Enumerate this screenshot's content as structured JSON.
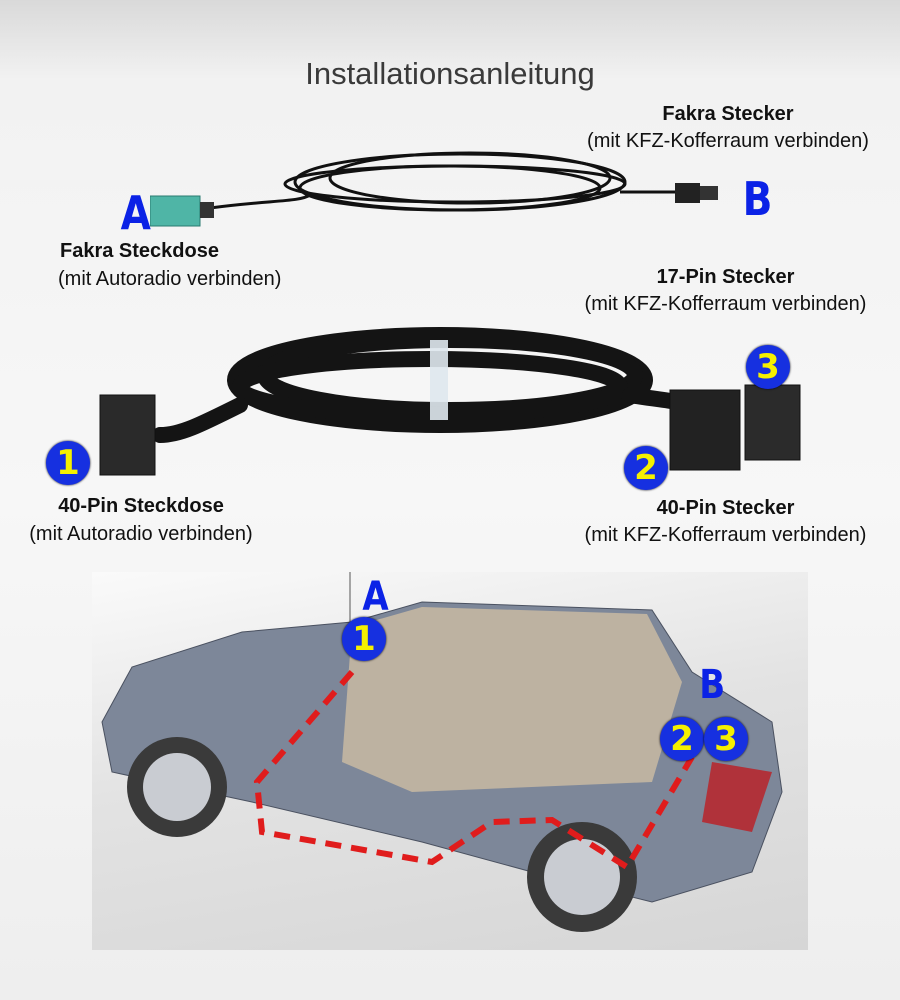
{
  "title": "Installationsanleitung",
  "cable_a": {
    "end_a": {
      "marker": "A",
      "label": "Fakra Steckdose",
      "sub": "(mit Autoradio verbinden)"
    },
    "end_b": {
      "marker": "B",
      "label": "Fakra Stecker",
      "sub": "(mit KFZ-Kofferraum verbinden)"
    }
  },
  "cable_main": {
    "end_1": {
      "marker": "1",
      "label": "40-Pin Steckdose",
      "sub": "(mit Autoradio verbinden)"
    },
    "end_2": {
      "marker": "2",
      "label": "40-Pin Stecker",
      "sub": "(mit KFZ-Kofferraum verbinden)"
    },
    "end_3": {
      "marker": "3",
      "label": "17-Pin Stecker",
      "sub": "(mit KFZ-Kofferraum verbinden)"
    }
  },
  "car_diagram": {
    "front_letter": "A",
    "front_number": "1",
    "rear_letter": "B",
    "rear_numbers": [
      "2",
      "3"
    ],
    "route_color": "#e01c1c"
  },
  "colors": {
    "marker_blue": "#0b22e6",
    "marker_yellow": "#f5f000"
  }
}
